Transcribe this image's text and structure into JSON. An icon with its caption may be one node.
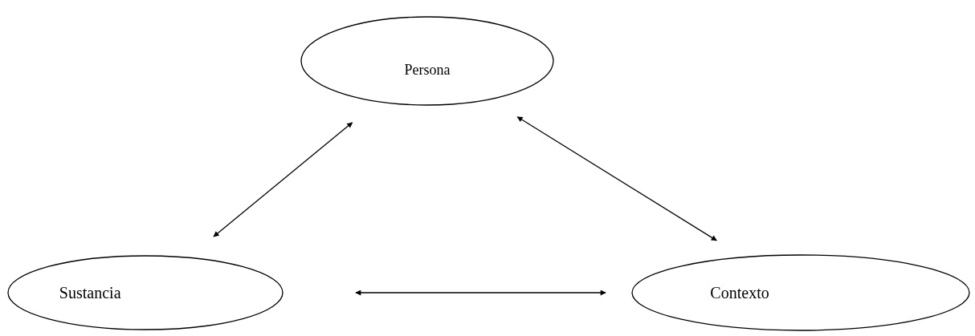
{
  "diagram": {
    "nodes": [
      {
        "text": [
          "Persona"
        ]
      },
      {
        "text": [
          "Sustancia"
        ]
      },
      {
        "text": [
          "Contexto"
        ]
      }
    ],
    "edges": [
      {
        "from": 1,
        "to": 0,
        "arrow": "both"
      },
      {
        "from": 0,
        "to": 2,
        "arrow": "both"
      },
      {
        "from": 1,
        "to": 2,
        "arrow": "both"
      }
    ]
  }
}
